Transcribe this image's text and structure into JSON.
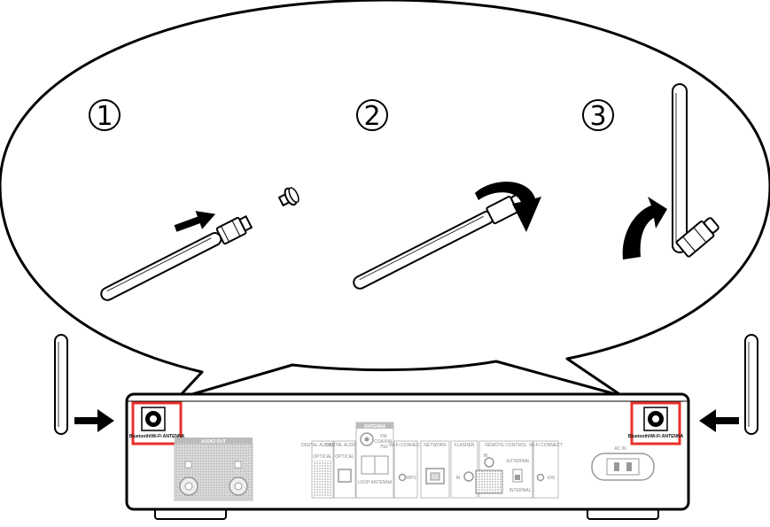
{
  "steps": [
    {
      "number": "1",
      "label": "①"
    },
    {
      "number": "2",
      "label": "②"
    },
    {
      "number": "3",
      "label": "③"
    }
  ],
  "panel": {
    "antenna_left_label": "Bluetooth/Wi-Fi ANTENNA",
    "antenna_right_label": "Bluetooth/Wi-Fi ANTENNA",
    "audio_out": "AUDIO OUT",
    "digital_audio_out": "DIGITAL AUDIO OUT",
    "optical_out": "OPTICAL",
    "digital_audio_in": "DIGITAL AUDIO IN",
    "optical_in": "OPTICAL",
    "antenna": "ANTENNA",
    "fm": "FM",
    "coaxial": "COAXIAL",
    "ohm": "75Ω",
    "loop_antenna": "LOOP ANTENNA",
    "wifi_connect_1": "Wi-Fi CONNECT",
    "wps": "WPS",
    "network": "NETWORK",
    "flasher": "FLASHER",
    "flasher_in": "IN",
    "remote_control": "REMOTE CONTROL",
    "remote_in": "IN",
    "external": "EXTERNAL",
    "internal": "INTERNAL",
    "wifi_connect_2": "Wi-Fi CONNECT",
    "ios": "iOS",
    "ac_in": "AC IN"
  },
  "colors": {
    "highlight": "#e8312a",
    "outline": "#000000",
    "faded": "#9a9a9a"
  }
}
